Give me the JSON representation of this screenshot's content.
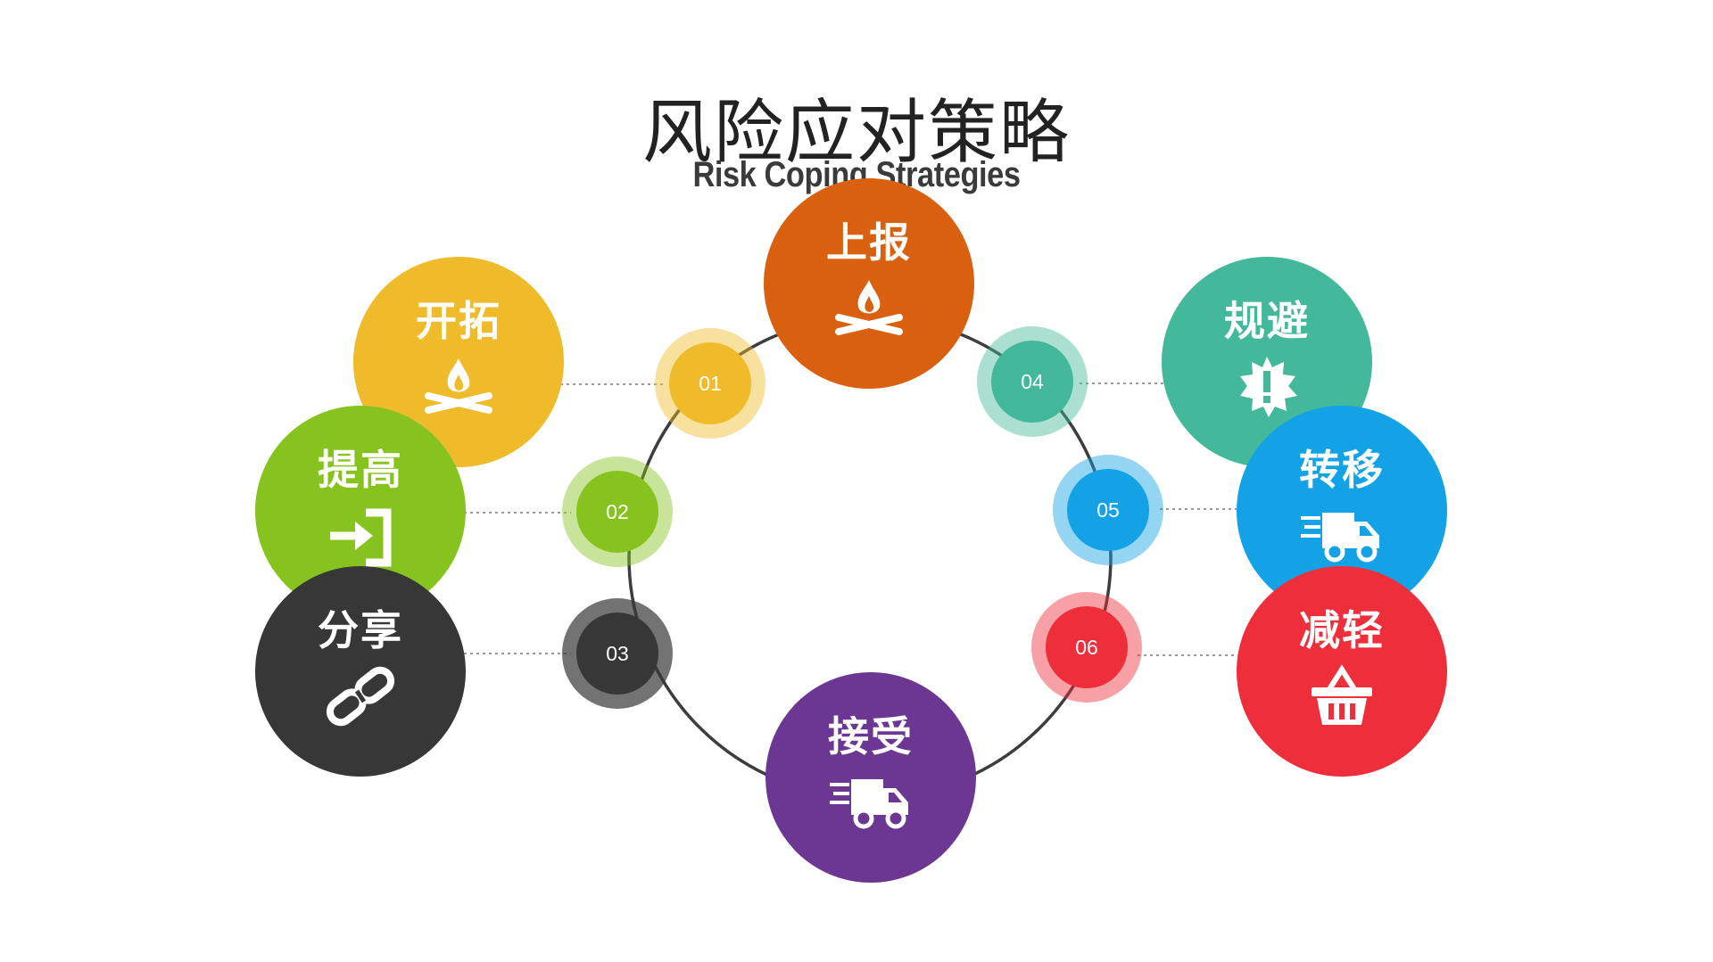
{
  "title": "风险应对策略",
  "subtitle": "Risk Coping Strategies",
  "colors": {
    "orange": "#d8600f",
    "yellow": "#efbb2b",
    "green": "#86c31e",
    "dark": "#373737",
    "teal": "#43b89a",
    "blue": "#13a2e6",
    "red": "#ee2e3b",
    "purple": "#6b3793"
  },
  "numbers": [
    "01",
    "02",
    "03",
    "04",
    "05",
    "06"
  ],
  "strategies": [
    {
      "label": "上报",
      "icon": "campfire-icon",
      "color": "orange"
    },
    {
      "label": "开拓",
      "icon": "campfire-icon",
      "color": "yellow"
    },
    {
      "label": "提高",
      "icon": "sign-in-icon",
      "color": "green"
    },
    {
      "label": "分享",
      "icon": "link-icon",
      "color": "dark"
    },
    {
      "label": "规避",
      "icon": "alert-badge-icon",
      "color": "teal"
    },
    {
      "label": "转移",
      "icon": "delivery-truck-icon",
      "color": "blue"
    },
    {
      "label": "减轻",
      "icon": "shopping-basket-icon",
      "color": "red"
    },
    {
      "label": "接受",
      "icon": "delivery-truck-icon",
      "color": "purple"
    }
  ]
}
